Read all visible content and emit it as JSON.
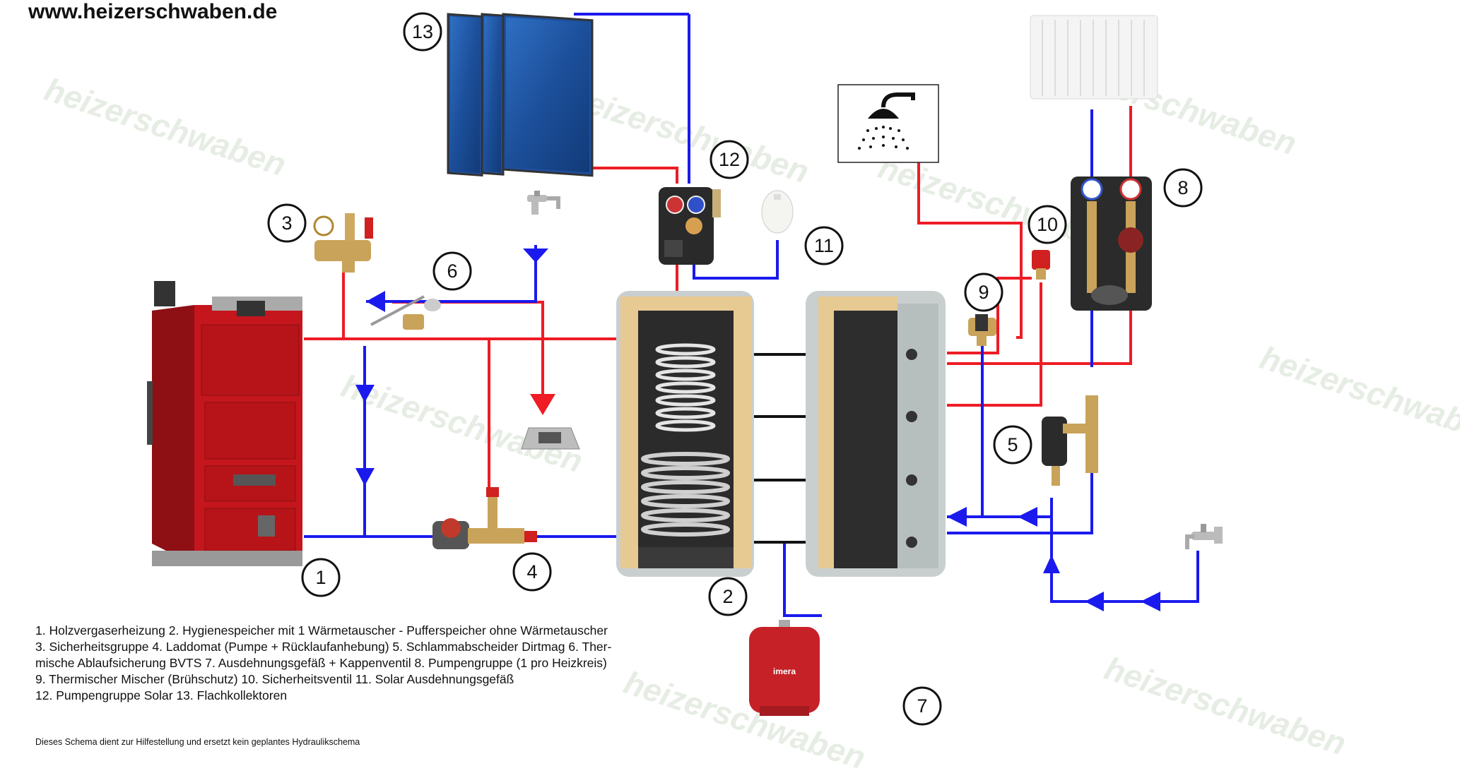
{
  "header": {
    "url": "www.heizerschwaben.de"
  },
  "watermark": {
    "text": "heizerschwaben"
  },
  "legend": {
    "lines": [
      "1. Holzvergaserheizung   2. Hygienespeicher mit 1 Wärmetauscher - Pufferspeicher ohne Wärmetauscher",
      "3. Sicherheitsgruppe   4. Laddomat (Pumpe + Rücklaufanhebung) 5. Schlammabscheider Dirtmag   6. Ther-",
      "mische Ablaufsicherung BVTS   7. Ausdehnungsgefäß + Kappenventil   8. Pumpengruppe (1 pro Heizkreis)",
      "9. Thermischer Mischer (Brühschutz)   10. Sicherheitsventil 11. Solar Ausdehnungsgefäß",
      "12. Pumpengruppe Solar   13. Flachkollektoren"
    ]
  },
  "disclaimer": "Dieses Schema dient zur Hilfestellung und ersetzt kein geplantes Hydraulikschema",
  "badges": {
    "b1": "1",
    "b2": "2",
    "b3": "3",
    "b4": "4",
    "b5": "5",
    "b6": "6",
    "b7": "7",
    "b8": "8",
    "b9": "9",
    "b10": "10",
    "b11": "11",
    "b12": "12",
    "b13": "13"
  },
  "components": {
    "vessel7_brand": "imera"
  },
  "colors": {
    "hot_pipe": "#ee1c25",
    "cold_pipe": "#1a1aee",
    "boiler": "#c4161c",
    "vessel_red": "#c62127",
    "collector_blue": "#1d4f9c"
  }
}
